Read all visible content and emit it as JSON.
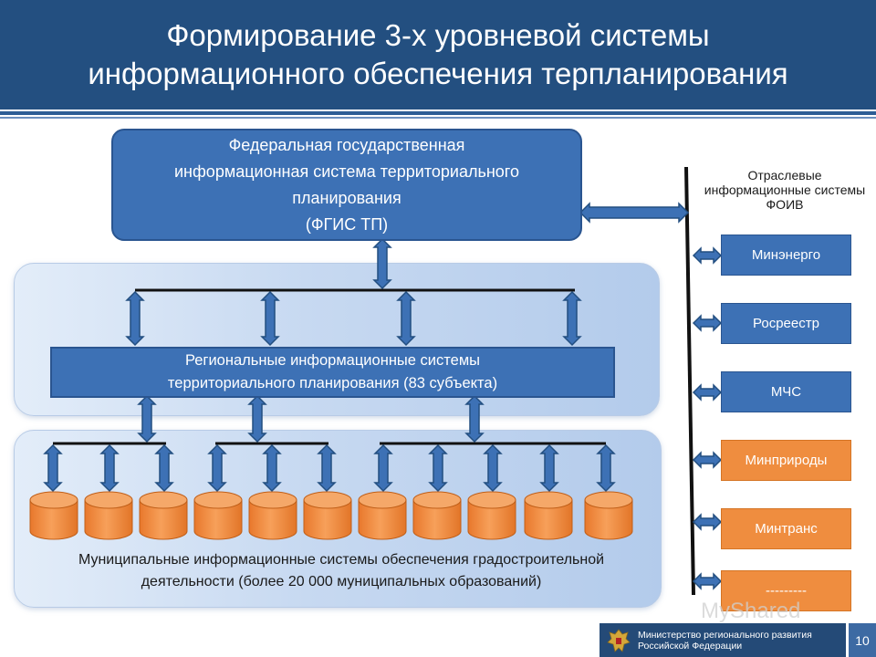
{
  "header": {
    "title_line1": "Формирование 3-х уровневой системы",
    "title_line2": "информационного обеспечения терпланирования"
  },
  "federal": {
    "line1": "Федеральная государственная",
    "line2": "информационная система территориального",
    "line3": "планирования",
    "line4": "(ФГИС ТП)"
  },
  "regional": {
    "line1": "Региональные информационные системы",
    "line2": "территориального планирования (83 субъекта)"
  },
  "municipal": {
    "line1": "Муниципальные информационные системы обеспечения градостроительной",
    "line2": "деятельности (более 20 000 муниципальных образований)"
  },
  "foiv": {
    "title": "Отраслевые информационные системы ФОИВ",
    "agencies": [
      {
        "label": "Минэнерго",
        "color": "#3d71b5"
      },
      {
        "label": "Росреестр",
        "color": "#3d71b5"
      },
      {
        "label": "МЧС",
        "color": "#3d71b5"
      },
      {
        "label": "Минприроды",
        "color": "#ef8d3f"
      },
      {
        "label": "Минтранс",
        "color": "#ef8d3f"
      },
      {
        "label": "---------",
        "color": "#ef8d3f"
      }
    ]
  },
  "footer": {
    "org_line1": "Министерство регионального развития",
    "org_line2": "Российской Федерации",
    "page": "10"
  },
  "watermark": "MyShared"
}
